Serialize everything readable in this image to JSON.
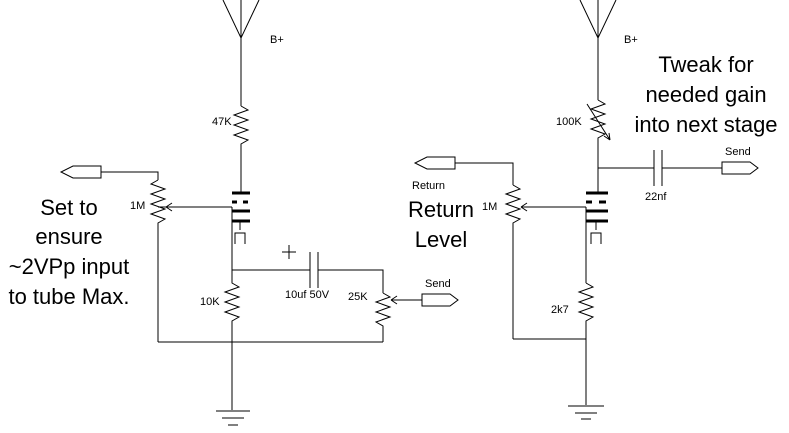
{
  "labels": {
    "left_bplus": "B+",
    "right_bplus": "B+",
    "r_47k": "47K",
    "r_10k": "10K",
    "pot_1m_left": "1M",
    "cap_10uf": "10uf 50V",
    "cap_polarity": "+",
    "pot_25k": "25K",
    "send_left": "Send",
    "r_100k": "100K",
    "cap_22nf": "22nf",
    "send_right": "Send",
    "return_small": "Return",
    "pot_1m_right": "1M",
    "r_2k7": "2k7"
  },
  "notes": {
    "set_to_lines": [
      "Set to",
      "ensure",
      "~2VPp input",
      "to tube Max."
    ],
    "tweak_lines": [
      "Tweak for",
      "needed gain",
      "into next stage"
    ],
    "return_level_lines": [
      "Return",
      "Level"
    ]
  }
}
